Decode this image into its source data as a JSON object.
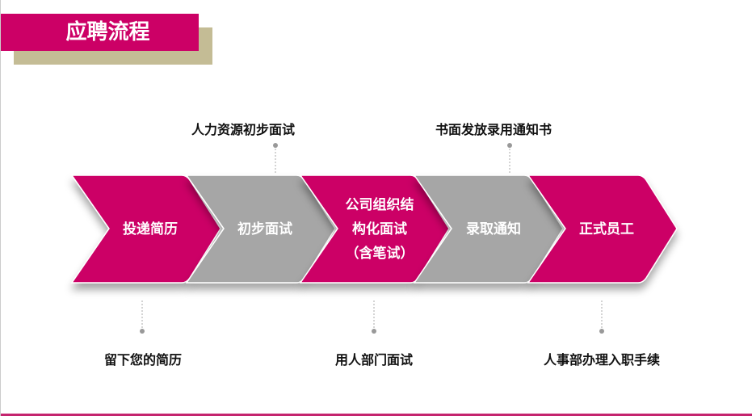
{
  "title": "应聘流程",
  "colors": {
    "accent": "#cc0066",
    "gray": "#a6a6a6",
    "tan": "#c4bc95"
  },
  "steps": [
    {
      "label": "投递简历",
      "color": "accent"
    },
    {
      "label": "初步面试",
      "color": "gray"
    },
    {
      "label_lines": [
        "公司组织结",
        "构化面试",
        "（含笔试）"
      ],
      "color": "accent"
    },
    {
      "label": "录取通知",
      "color": "gray"
    },
    {
      "label": "正式员工",
      "color": "accent"
    }
  ],
  "top_notes": [
    "人力资源初步面试",
    "书面发放录用通知书"
  ],
  "bottom_notes": [
    "留下您的简历",
    "用人部门面试",
    "人事部办理入职手续"
  ]
}
